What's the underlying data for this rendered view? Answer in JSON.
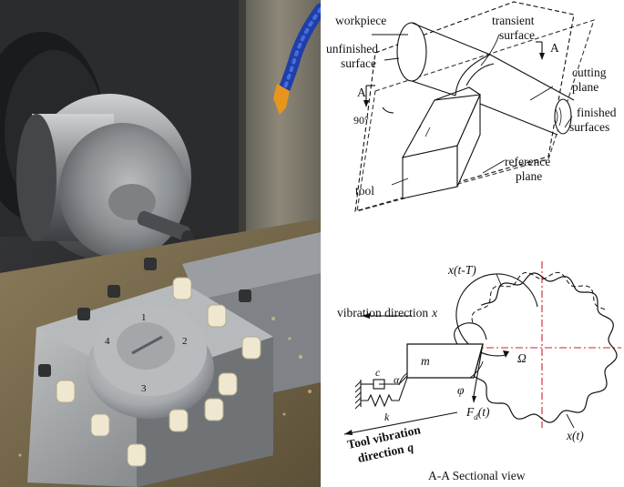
{
  "photo": {
    "description_icons": [
      "lathe-chuck",
      "workpiece-bar",
      "tool-post",
      "coolant-hose"
    ],
    "tool_post_cap_marks": [
      "1",
      "2",
      "3",
      "4"
    ]
  },
  "top_diagram": {
    "labels": {
      "workpiece": "workpiece",
      "unfinished_surface": "unfinished\nsurface",
      "transient_surface": "transient\nsurface",
      "section_mark_right": "A",
      "section_mark_left": "A",
      "cutting_plane": "cutting\nplane",
      "angle": "90°",
      "finished_surfaces": "finished\nsurfaces",
      "reference_plane": "reference\nplane",
      "tool": "tool"
    }
  },
  "bottom_diagram": {
    "labels": {
      "x_t_minus_T": "x(t-T)",
      "vibration_direction": "vibration direction",
      "vibration_var": "x",
      "mass": "m",
      "omega": "Ω",
      "alpha": "α",
      "phi": "φ",
      "damper": "c",
      "spring": "k",
      "force": "F",
      "force_sub": "d",
      "force_arg": "(t)",
      "x_t": "x(t)",
      "tool_vibration_line1": "Tool vibration",
      "tool_vibration_line2": "direction",
      "tool_vibration_var": "q",
      "caption": "A-A Sectional view"
    }
  },
  "colors": {
    "centerline": "#d0202a",
    "line": "#111111",
    "machine_dark": "#2a2b2d",
    "steel": "#9a9ea3",
    "coolant_blue": "#1f3fa8",
    "nozzle_orange": "#e8951e",
    "cap_ivory": "#efe7cf"
  }
}
